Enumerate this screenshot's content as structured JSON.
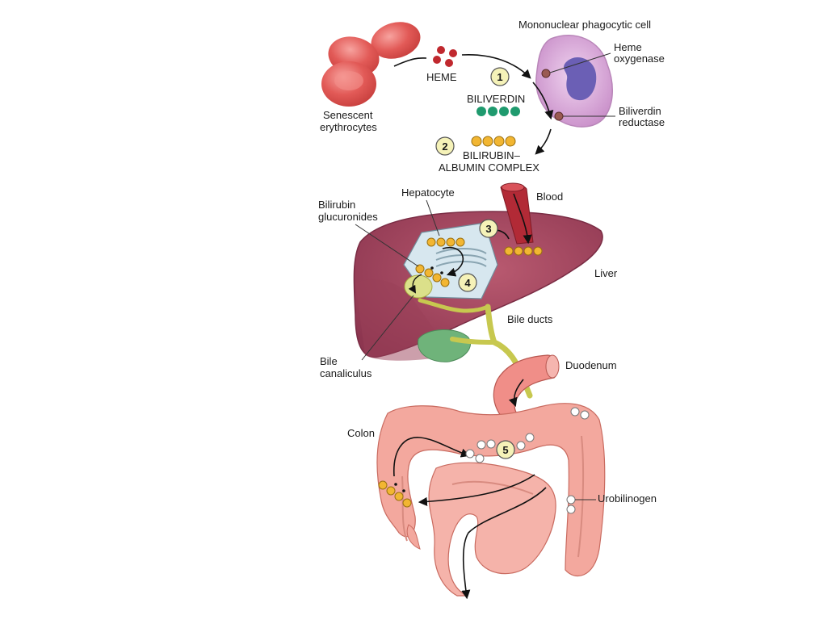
{
  "labels": {
    "senescent_line1": "Senescent",
    "senescent_line2": "erythrocytes",
    "heme": "HEME",
    "mononuclear": "Mononuclear phagocytic cell",
    "heme_oxygenase_line1": "Heme",
    "heme_oxygenase_line2": "oxygenase",
    "biliverdin": "BILIVERDIN",
    "biliverdin_reductase_line1": "Biliverdin",
    "biliverdin_reductase_line2": "reductase",
    "complex_line1": "BILIRUBIN–",
    "complex_line2": "ALBUMIN COMPLEX",
    "hepatocyte": "Hepatocyte",
    "blood": "Blood",
    "glucuronides_line1": "Bilirubin",
    "glucuronides_line2": "glucuronides",
    "liver": "Liver",
    "bile_ducts": "Bile ducts",
    "bile_canaliculus_line1": "Bile",
    "bile_canaliculus_line2": "canaliculus",
    "duodenum": "Duodenum",
    "colon": "Colon",
    "urobilinogen": "Urobilinogen"
  },
  "steps": [
    "1",
    "2",
    "3",
    "4",
    "5"
  ],
  "colors": {
    "erythrocyte": "#e25a57",
    "heme_dot": "#c0282e",
    "biliverdin_dot": "#1f9a6e",
    "bilirubin_dot": "#f2b632",
    "cell": "#d9a6d9",
    "nucleus": "#6b5fb5",
    "liver": "#a8475f",
    "hepatocyte": "#d7e7ef",
    "bile": "#d3d466",
    "gallbladder": "#6fb37a",
    "intestine": "#f3a89e",
    "step_badge": "#f5f2b8"
  }
}
